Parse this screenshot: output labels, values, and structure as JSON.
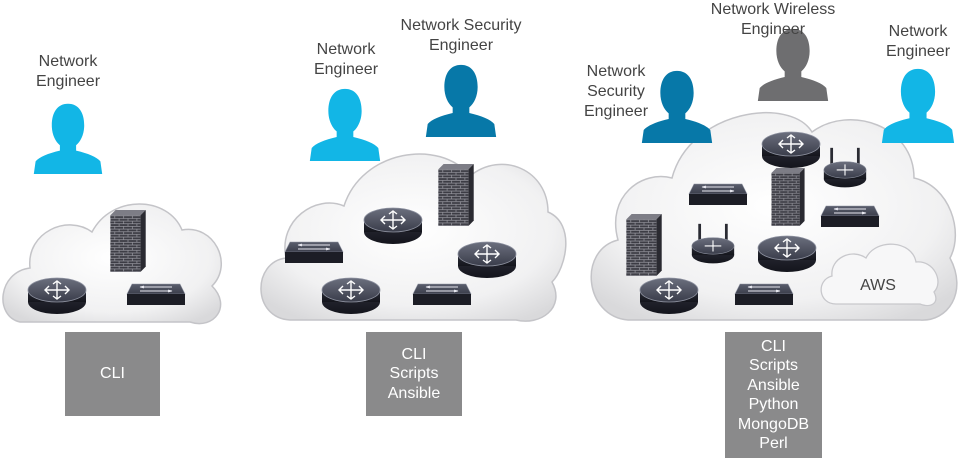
{
  "colors": {
    "engineer_light": "#12b6e6",
    "engineer_dark": "#0778a8",
    "engineer_gray": "#6e6e70",
    "tool_box": "#8a8a8b"
  },
  "scenes": [
    {
      "roles": [
        {
          "label": "Network\nEngineer",
          "icon": "person-icon",
          "color": "light"
        }
      ],
      "tools": [
        "CLI"
      ]
    },
    {
      "roles": [
        {
          "label": "Network\nEngineer",
          "icon": "person-icon",
          "color": "light"
        },
        {
          "label": "Network Security\nEngineer",
          "icon": "person-icon",
          "color": "dark"
        }
      ],
      "tools": [
        "CLI",
        "Scripts",
        "Ansible"
      ]
    },
    {
      "roles": [
        {
          "label": "Network\nSecurity\nEngineer",
          "icon": "person-icon",
          "color": "dark"
        },
        {
          "label": "Network Wireless\nEngineer",
          "icon": "person-icon",
          "color": "gray"
        },
        {
          "label": "Network\nEngineer",
          "icon": "person-icon",
          "color": "light"
        }
      ],
      "tools": [
        "CLI",
        "Scripts",
        "Ansible",
        "Python",
        "MongoDB",
        "Perl"
      ],
      "sub_cloud_label": "AWS"
    }
  ]
}
